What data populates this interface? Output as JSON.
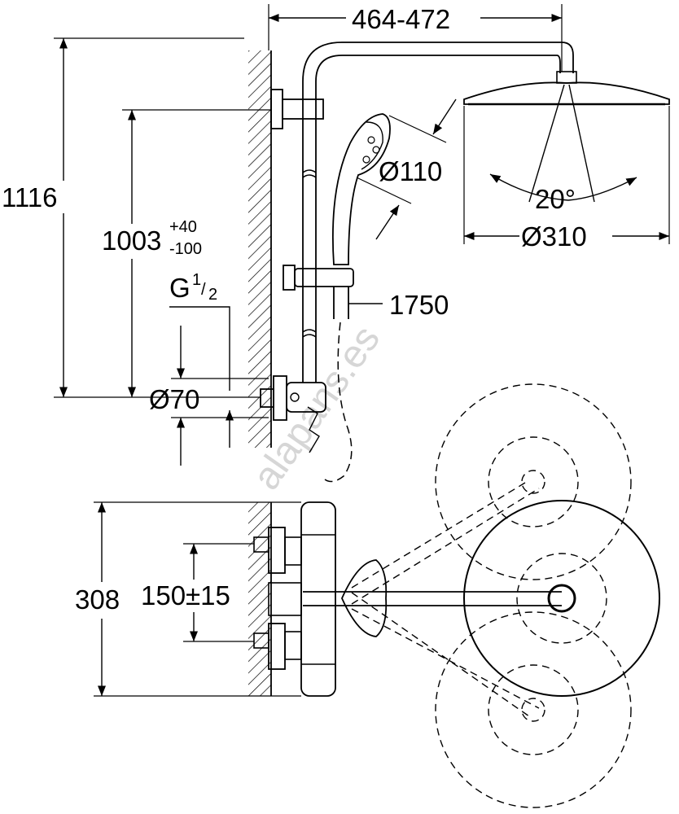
{
  "dimensions": {
    "arm_length": "464-472",
    "total_height": "1116",
    "adjust_height": "1003",
    "adjust_tol_plus": "+40",
    "adjust_tol_minus": "-100",
    "thread_prefix": "G",
    "thread_num": "1",
    "thread_den": "2",
    "flange_diameter": "Ø70",
    "hand_shower_diameter": "Ø110",
    "head_shower_diameter": "Ø310",
    "tilt_angle": "20°",
    "hose_length": "1750",
    "mixer_height": "308",
    "center_distance": "150±15"
  },
  "watermark": "alapans.es",
  "colors": {
    "line": "#000000",
    "watermark": "#d6d6d6",
    "background": "#ffffff"
  }
}
